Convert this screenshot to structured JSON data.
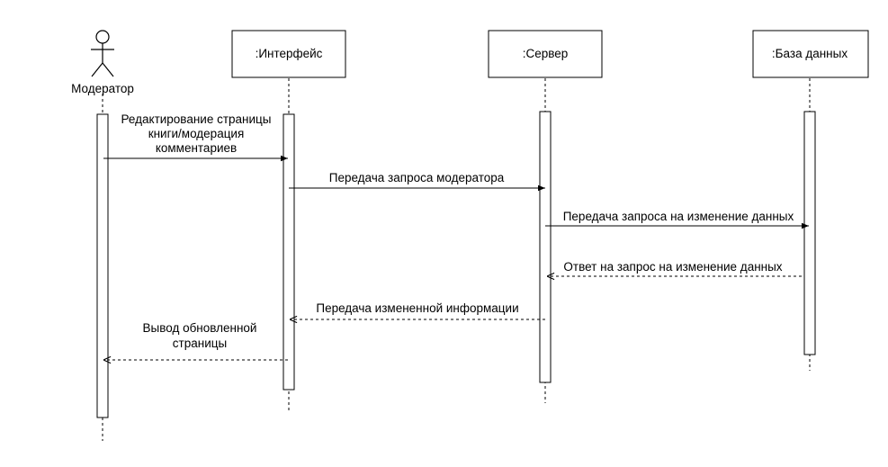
{
  "actor": {
    "label": "Модератор"
  },
  "participants": [
    {
      "id": "ui",
      "label": ":Интерфейс"
    },
    {
      "id": "server",
      "label": ":Сервер"
    },
    {
      "id": "db",
      "label": ":База данных"
    }
  ],
  "messages": [
    {
      "lines": [
        "Редактирование страницы",
        "книги/модерация",
        "комментариев"
      ],
      "type": "sync"
    },
    {
      "lines": [
        "Передача запроса модератора"
      ],
      "type": "sync"
    },
    {
      "lines": [
        "Передача запроса на изменение данных"
      ],
      "type": "sync"
    },
    {
      "lines": [
        "Ответ на запрос на изменение данных"
      ],
      "type": "return"
    },
    {
      "lines": [
        "Передача измененной информации"
      ],
      "type": "return"
    },
    {
      "lines": [
        "Вывод обновленной",
        "страницы"
      ],
      "type": "return"
    }
  ]
}
